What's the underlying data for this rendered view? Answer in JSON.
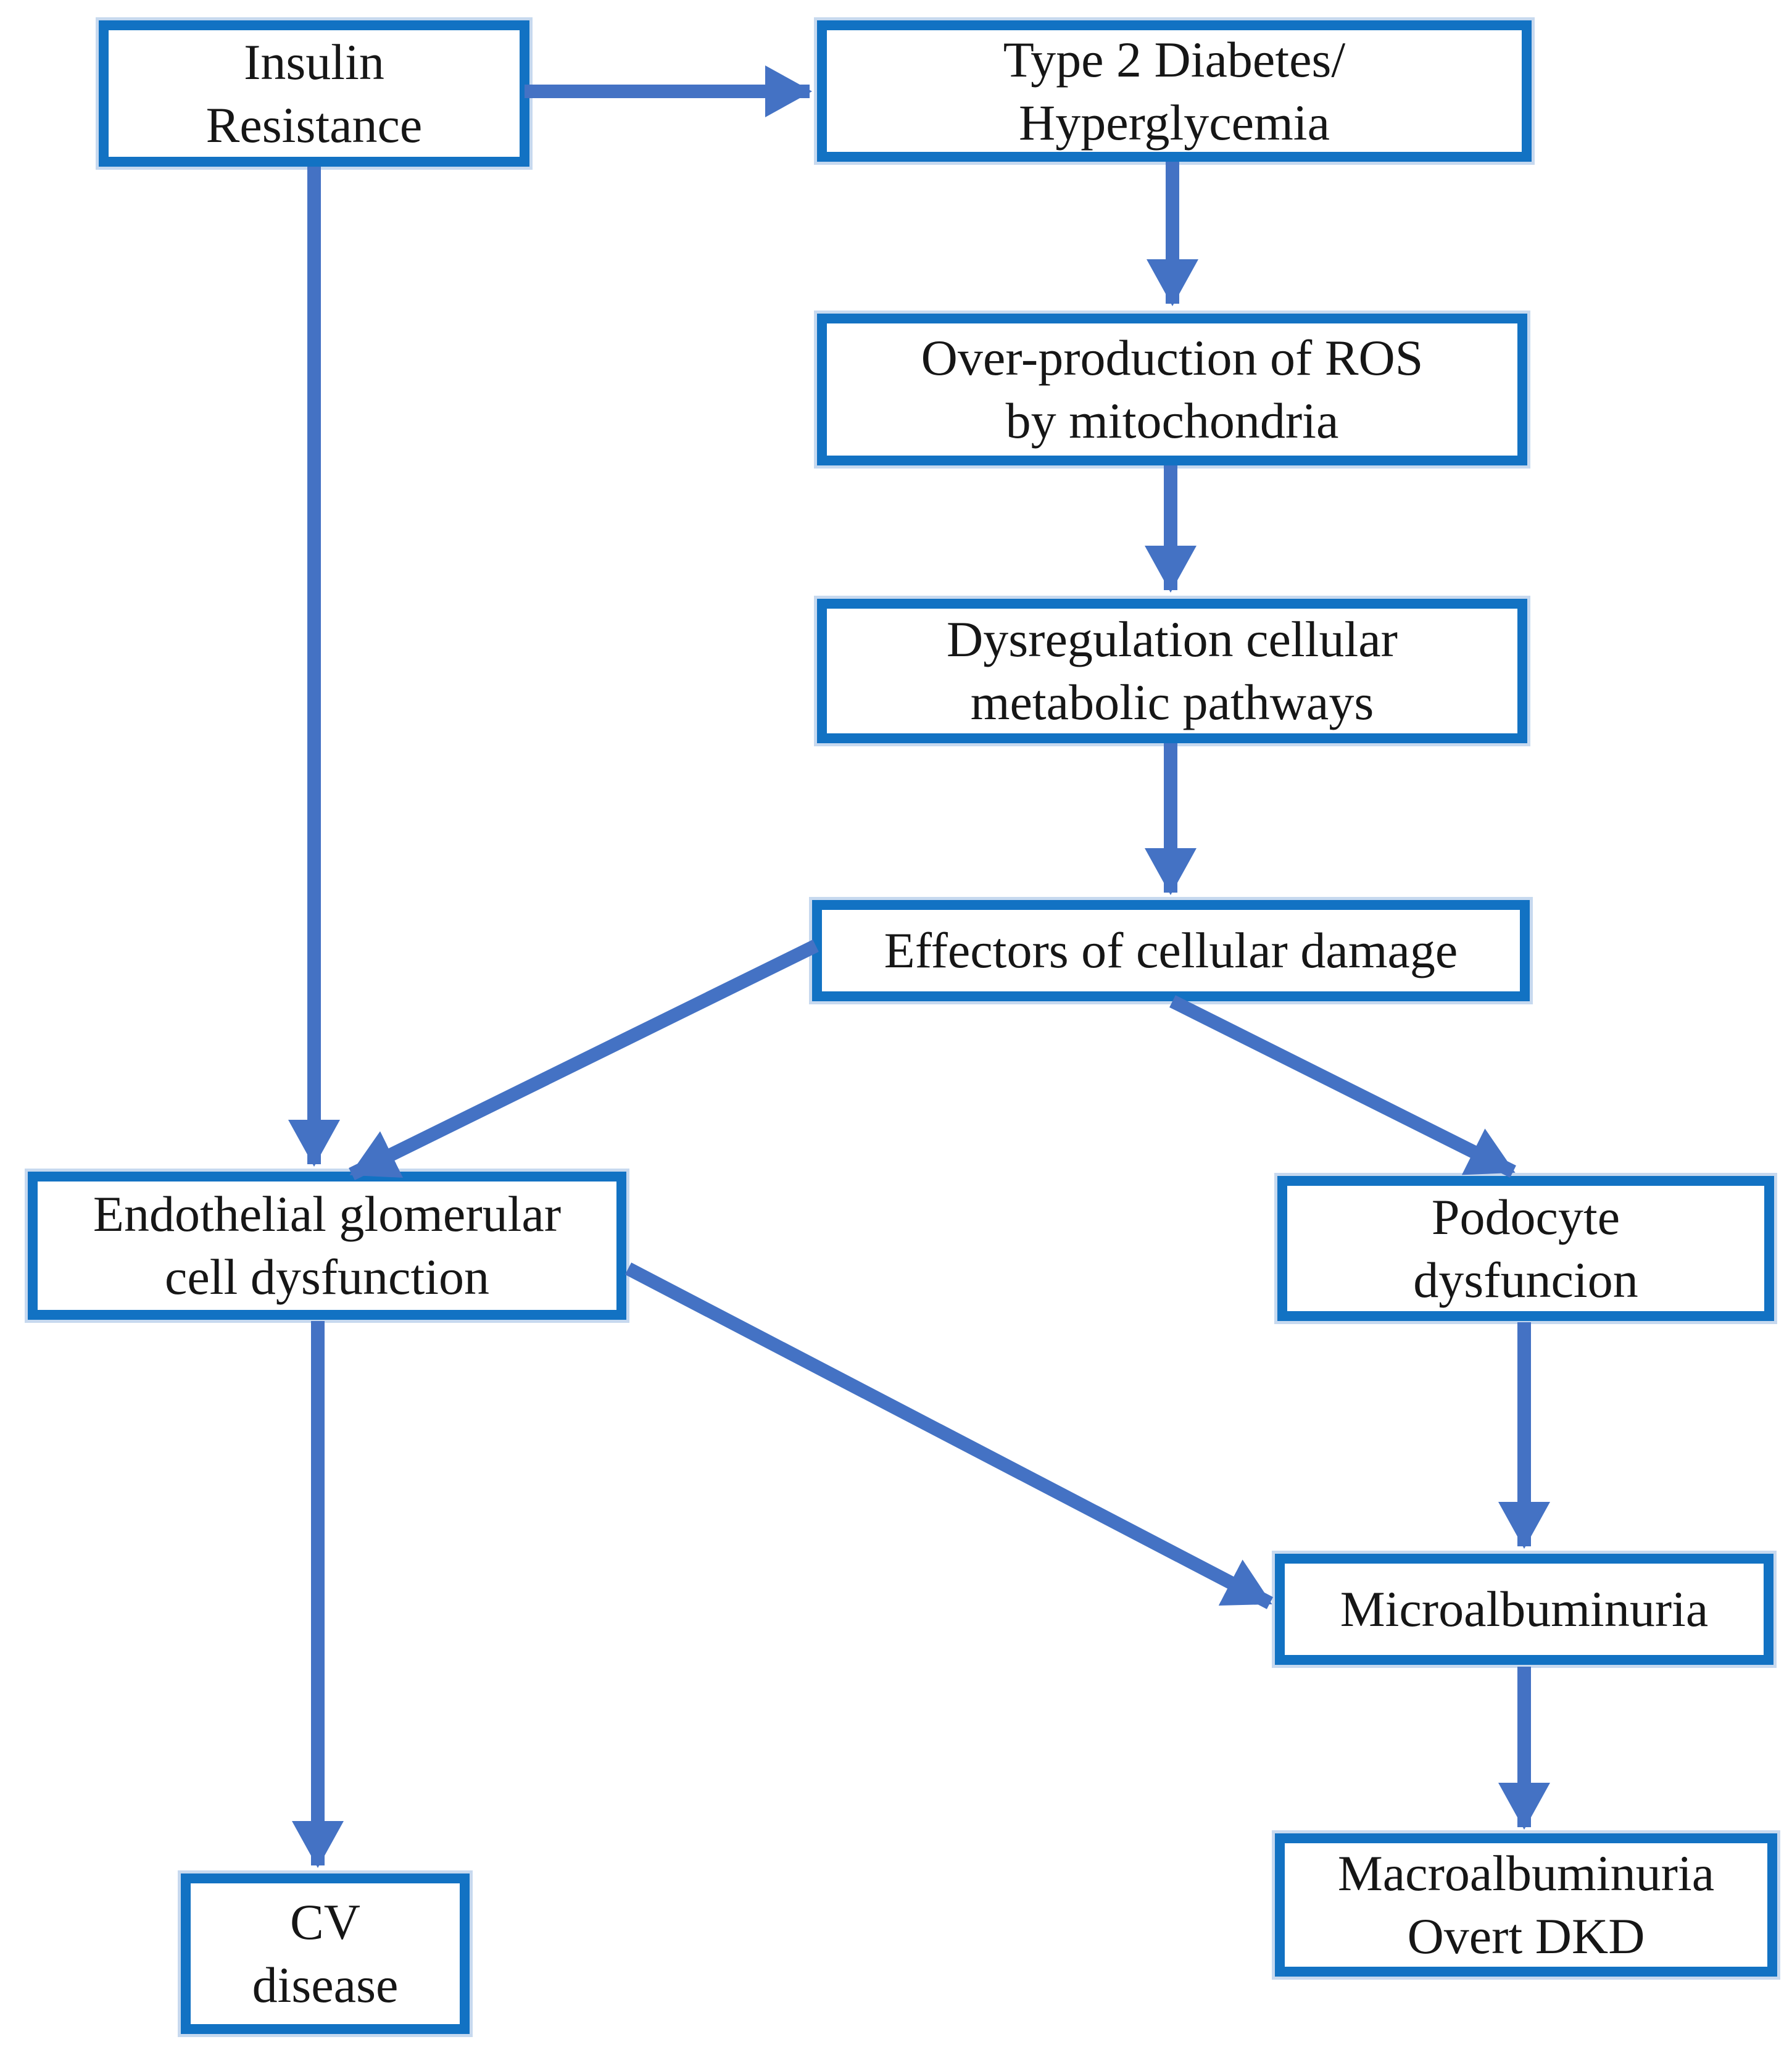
{
  "diagram": {
    "type": "flowchart",
    "title": "",
    "colors": {
      "box_border": "#1272C3",
      "box_fill": "#FFFFFF",
      "box_outer_halo": "#82AADC",
      "arrow": "#4472C4",
      "text": "#161616",
      "background": "#FFFFFF"
    },
    "nodes": [
      {
        "id": "insulin-resistance",
        "label": "Insulin\nResistance"
      },
      {
        "id": "type2-diabetes",
        "label": "Type 2 Diabetes/\nHyperglycemia"
      },
      {
        "id": "ros-overproduction",
        "label": "Over-production of ROS\nby mitochondria"
      },
      {
        "id": "dysregulation",
        "label": "Dysregulation cellular\nmetabolic pathways"
      },
      {
        "id": "effectors",
        "label": "Effectors of cellular damage"
      },
      {
        "id": "endothelial",
        "label": "Endothelial glomerular\ncell dysfunction"
      },
      {
        "id": "podocyte",
        "label": "Podocyte\ndysfuncion"
      },
      {
        "id": "microalbuminuria",
        "label": "Microalbuminuria"
      },
      {
        "id": "cv-disease",
        "label": "CV\ndisease"
      },
      {
        "id": "macroalbuminuria",
        "label": "Macroalbuminuria\nOvert DKD"
      }
    ],
    "edges": [
      {
        "from": "insulin-resistance",
        "to": "type2-diabetes"
      },
      {
        "from": "type2-diabetes",
        "to": "ros-overproduction"
      },
      {
        "from": "ros-overproduction",
        "to": "dysregulation"
      },
      {
        "from": "dysregulation",
        "to": "effectors"
      },
      {
        "from": "insulin-resistance",
        "to": "endothelial"
      },
      {
        "from": "effectors",
        "to": "endothelial"
      },
      {
        "from": "effectors",
        "to": "podocyte"
      },
      {
        "from": "endothelial",
        "to": "microalbuminuria"
      },
      {
        "from": "podocyte",
        "to": "microalbuminuria"
      },
      {
        "from": "endothelial",
        "to": "cv-disease"
      },
      {
        "from": "microalbuminuria",
        "to": "macroalbuminuria"
      }
    ]
  }
}
